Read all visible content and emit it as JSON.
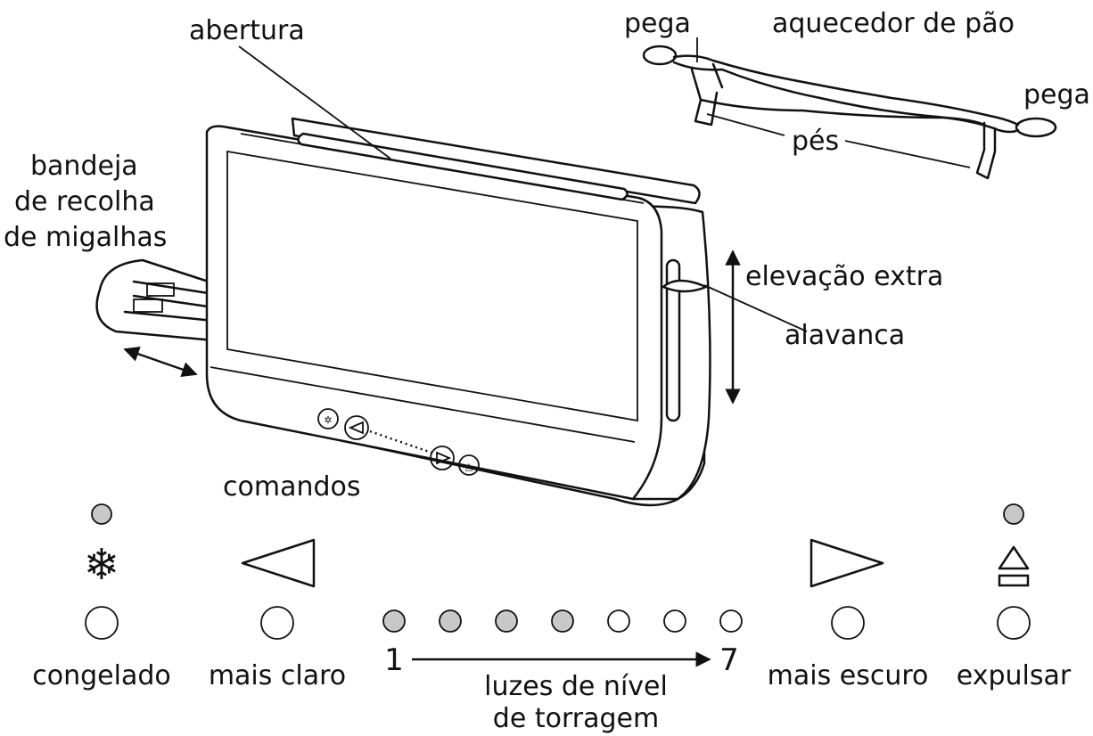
{
  "labels": {
    "abertura": "abertura",
    "pega_left": "pega",
    "aquecedor": "aquecedor de pão",
    "pega_right": "pega",
    "pes": "pés",
    "bandeja": [
      "bandeja",
      "de recolha",
      "de migalhas"
    ],
    "elevacao": "elevação extra",
    "alavanca": "alavanca",
    "comandos": "comandos"
  },
  "panel": {
    "congelado": "congelado",
    "mais_claro": "mais claro",
    "levels_title": [
      "luzes de nível",
      "de torragem"
    ],
    "level_min": "1",
    "level_max": "7",
    "mais_escuro": "mais escuro",
    "expulsar": "expulsar",
    "level_lights": [
      true,
      true,
      true,
      true,
      false,
      false,
      false
    ],
    "colors": {
      "indicator_on": "#c8c8c8",
      "line": "#111111"
    }
  }
}
